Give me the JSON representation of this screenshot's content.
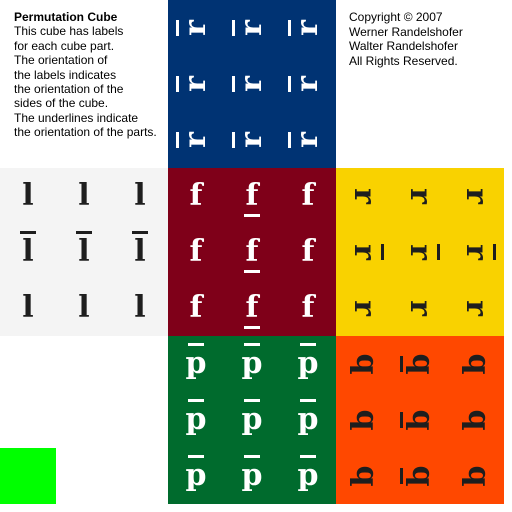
{
  "info": {
    "title": "Permutation Cube",
    "lines": [
      "This cube has labels",
      "for each cube part.",
      "The orientation of",
      "the labels indicates",
      "the orientation of the",
      "sides of the cube.",
      "The underlines indicate",
      "the orientation of the parts."
    ]
  },
  "copyright": {
    "lines": [
      "Copyright © 2007",
      "Werner Randelshofer",
      "Walter Randelshofer",
      "All Rights Reserved."
    ]
  },
  "faces": [
    {
      "name": "top",
      "color": "#003373",
      "glyph_color": "#ffffff",
      "letter": "r",
      "rotation": 270,
      "marks": [
        [
          "bar-left",
          "bar-left",
          "bar-left"
        ],
        [
          "bar-left",
          "bar-left",
          "bar-left"
        ],
        [
          "bar-left",
          "bar-left",
          "bar-left"
        ]
      ]
    },
    {
      "name": "left",
      "color": "#f4f4f4",
      "glyph_color": "#1e1e1e",
      "letter": "l",
      "rotation": 0,
      "marks": [
        [
          "none",
          "none",
          "none"
        ],
        [
          "bar-top",
          "bar-top",
          "bar-top"
        ],
        [
          "none",
          "none",
          "none"
        ]
      ]
    },
    {
      "name": "front",
      "color": "#7f0019",
      "glyph_color": "#ffffff",
      "letter": "f",
      "rotation": 0,
      "marks": [
        [
          "none",
          "bar-bottom",
          "none"
        ],
        [
          "none",
          "bar-bottom",
          "none"
        ],
        [
          "none",
          "bar-bottom",
          "none"
        ]
      ]
    },
    {
      "name": "right",
      "color": "#f9d200",
      "glyph_color": "#1e1e1e",
      "letter": "r",
      "rotation": 90,
      "marks": [
        [
          "none",
          "none",
          "none"
        ],
        [
          "bar-right",
          "bar-right",
          "bar-right"
        ],
        [
          "none",
          "none",
          "none"
        ]
      ]
    },
    {
      "name": "bottom",
      "color": "#006b2d",
      "glyph_color": "#ffffff",
      "letter": "p",
      "rotation": 0,
      "marks": [
        [
          "bar-top",
          "bar-top",
          "bar-top"
        ],
        [
          "bar-top",
          "bar-top",
          "bar-top"
        ],
        [
          "bar-top",
          "bar-top",
          "bar-top"
        ]
      ]
    },
    {
      "name": "back",
      "color": "#ff4800",
      "glyph_color": "#1e1e1e",
      "letter": "b",
      "rotation": 270,
      "marks": [
        [
          "none",
          "bar-left",
          "none"
        ],
        [
          "none",
          "bar-left",
          "none"
        ],
        [
          "none",
          "bar-left",
          "none"
        ]
      ]
    }
  ],
  "corner_swatch": {
    "color": "#00ff00"
  }
}
